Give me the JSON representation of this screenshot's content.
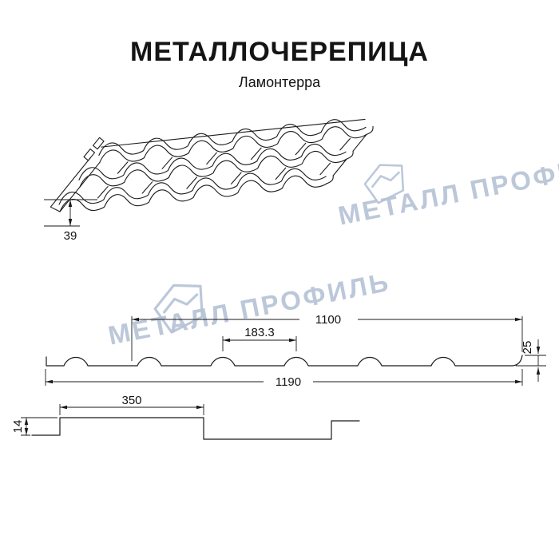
{
  "header": {
    "title": "МЕТАЛЛОЧЕРЕПИЦА",
    "subtitle": "Ламонтерра"
  },
  "watermark": {
    "text": "МЕТАЛЛ ПРОФИЛЬ",
    "color": "#b5c3d5"
  },
  "dimensions": {
    "perspective_edge_height": "39",
    "cover_width": "1100",
    "wave_pitch": "183.3",
    "profile_height": "25",
    "overall_width": "1190",
    "module_length": "350",
    "step_height": "14"
  },
  "colors": {
    "line": "#1a1a1a",
    "background": "#ffffff"
  }
}
